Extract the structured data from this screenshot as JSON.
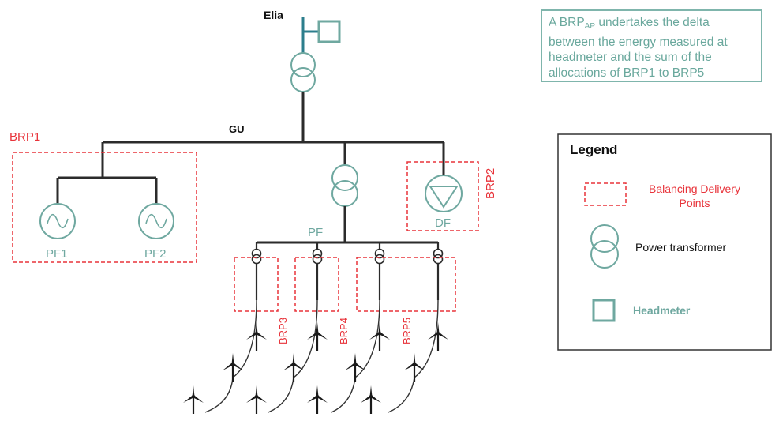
{
  "colors": {
    "line": "#2b2b2b",
    "teal": "#6fa8a0",
    "teal_dark": "#2c7e8c",
    "red": "#e8333a",
    "note_border": "#7fb5ac",
    "note_text": "#6aa89d"
  },
  "labels": {
    "elia": "Elia",
    "gu": "GU",
    "pf": "PF",
    "pf1": "PF1",
    "pf2": "PF2",
    "df": "DF",
    "brp1": "BRP1",
    "brp2": "BRP2",
    "brp3": "BRP3",
    "brp4": "BRP4",
    "brp5": "BRP5"
  },
  "note": {
    "prefix": "A BRP",
    "subscript": "AP",
    "suffix": " undertakes the delta between the energy measured at headmeter and the sum of the allocations of BRP1 to BRP5"
  },
  "legend": {
    "title": "Legend",
    "bdp_line1": "Balancing Delivery",
    "bdp_line2": "Points",
    "transformer": "Power transformer",
    "headmeter": "Headmeter"
  },
  "icons": {
    "generator": "sine-wave-generator-icon",
    "demand": "inverted-triangle-load-icon",
    "transformer": "two-circle-transformer-icon",
    "headmeter": "square-meter-icon",
    "turbine": "wind-turbine-icon"
  }
}
